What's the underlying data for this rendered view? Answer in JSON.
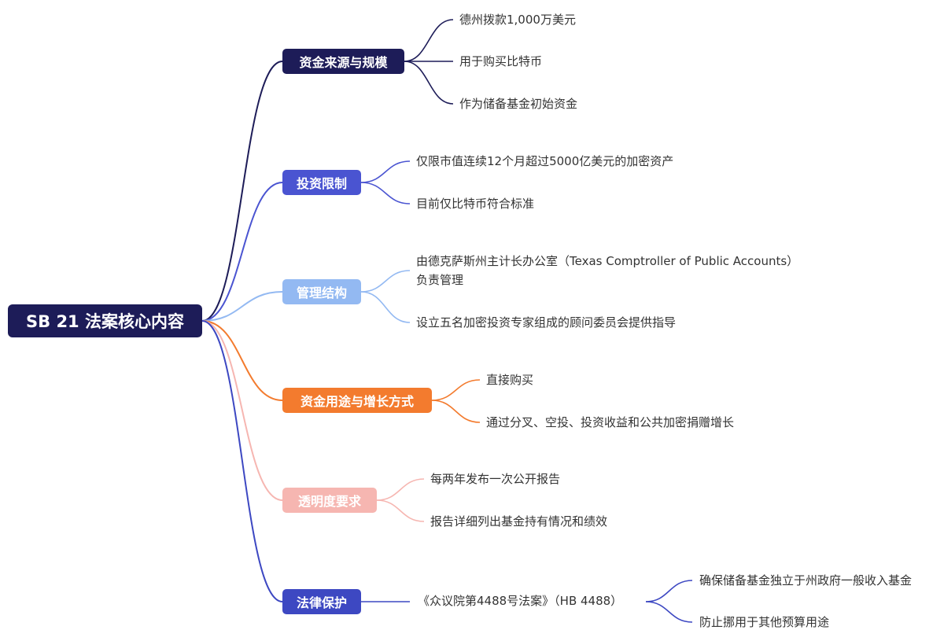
{
  "root": {
    "label": "SB 21 法案核心内容",
    "color": "#1d1c58"
  },
  "branches": [
    {
      "label": "资金来源与规模",
      "color": "#1d1c58",
      "leaves": [
        "德州拨款1,000万美元",
        "用于购买比特币",
        "作为储备基金初始资金"
      ]
    },
    {
      "label": "投资限制",
      "color": "#4a54d1",
      "leaves": [
        "仅限市值连续12个月超过5000亿美元的加密资产",
        "目前仅比特币符合标准"
      ]
    },
    {
      "label": "管理结构",
      "color": "#93b9f2",
      "leaves": [
        "由德克萨斯州主计长办公室（Texas Comptroller of Public Accounts）负责管理",
        "设立五名加密投资专家组成的顾问委员会提供指导"
      ]
    },
    {
      "label": "资金用途与增长方式",
      "color": "#f37b2e",
      "leaves": [
        "直接购买",
        "通过分叉、空投、投资收益和公共加密捐赠增长"
      ]
    },
    {
      "label": "透明度要求",
      "color": "#f6b6b1",
      "leaves": [
        "每两年发布一次公开报告",
        "报告详细列出基金持有情况和绩效"
      ]
    },
    {
      "label": "法律保护",
      "color": "#3d48c2",
      "leaves": [
        "《众议院第4488号法案》（HB 4488）"
      ],
      "subleaves": [
        "确保储备基金独立于州政府一般收入基金",
        "防止挪用于其他预算用途"
      ]
    }
  ]
}
